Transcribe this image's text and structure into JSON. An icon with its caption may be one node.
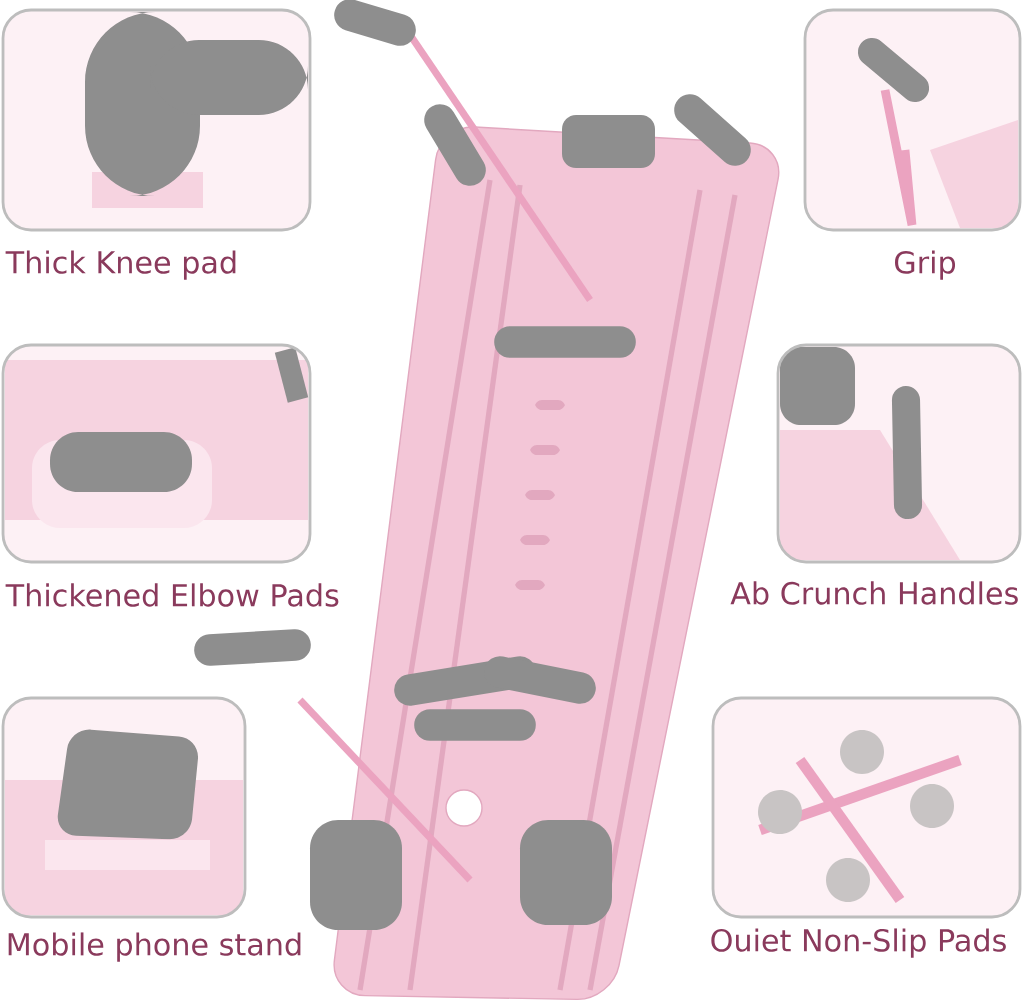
{
  "diagram": {
    "nodes": [
      {
        "text": [
          "Thick Knee pad"
        ]
      },
      {
        "text": [
          "Grip"
        ]
      },
      {
        "text": [
          "Thickened Elbow Pads"
        ]
      },
      {
        "text": [
          "Ab Crunch Handles"
        ]
      },
      {
        "text": [
          "Mobile phone stand"
        ]
      },
      {
        "text": [
          "Ouiet Non-Slip Pads"
        ]
      }
    ]
  }
}
